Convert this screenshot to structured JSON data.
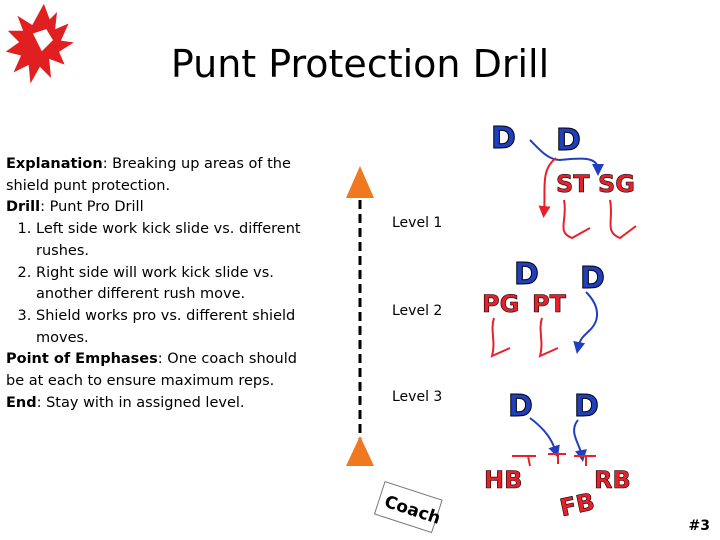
{
  "title": "Punt Protection Drill",
  "explanation": {
    "label": "Explanation",
    "text": ": Breaking up areas of the shield punt protection.",
    "drill_label": "Drill",
    "drill_text": ": Punt Pro Drill",
    "steps": [
      "Left side work kick slide vs. different rushes.",
      "Right side will work kick slide vs. another different rush move.",
      "Shield works pro vs. different shield moves."
    ],
    "emphasis_label": "Point of Emphases",
    "emphasis_text": ": One coach should be at each to ensure maximum reps.",
    "end_label": "End",
    "end_text": ": Stay with in assigned level."
  },
  "levels": [
    "Level 1",
    "Level 2",
    "Level 3"
  ],
  "coach_label": "Coach",
  "positions": {
    "d1": "D",
    "d2": "D",
    "st": "ST",
    "sg": "SG",
    "d3": "D",
    "d4": "D",
    "pg": "PG",
    "pt": "PT",
    "d5": "D",
    "d6": "D",
    "hb": "HB",
    "fb": "FB",
    "rb": "RB"
  },
  "page_number": "#3",
  "colors": {
    "logo_red": "#e02020",
    "defense_blue": "#1f3fbf",
    "offense_red": "#e8202a",
    "cone_orange": "#f07820"
  }
}
